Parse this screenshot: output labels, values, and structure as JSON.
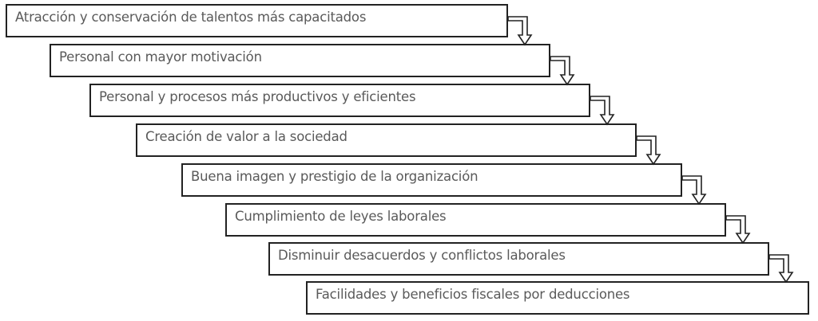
{
  "steps": [
    {
      "label": "Atracción y conservación de talentos más capacitados"
    },
    {
      "label": "Personal con mayor motivación"
    },
    {
      "label": "Personal y procesos más productivos y eficientes"
    },
    {
      "label": "Creación de valor a la sociedad"
    },
    {
      "label": "Buena imagen y prestigio de la organización"
    },
    {
      "label": "Cumplimiento de leyes laborales"
    },
    {
      "label": "Disminuir desacuerdos y conflictos laborales"
    },
    {
      "label": "Facilidades y beneficios fiscales por deducciones"
    }
  ],
  "connector_icon": "bent-arrow-down-icon"
}
